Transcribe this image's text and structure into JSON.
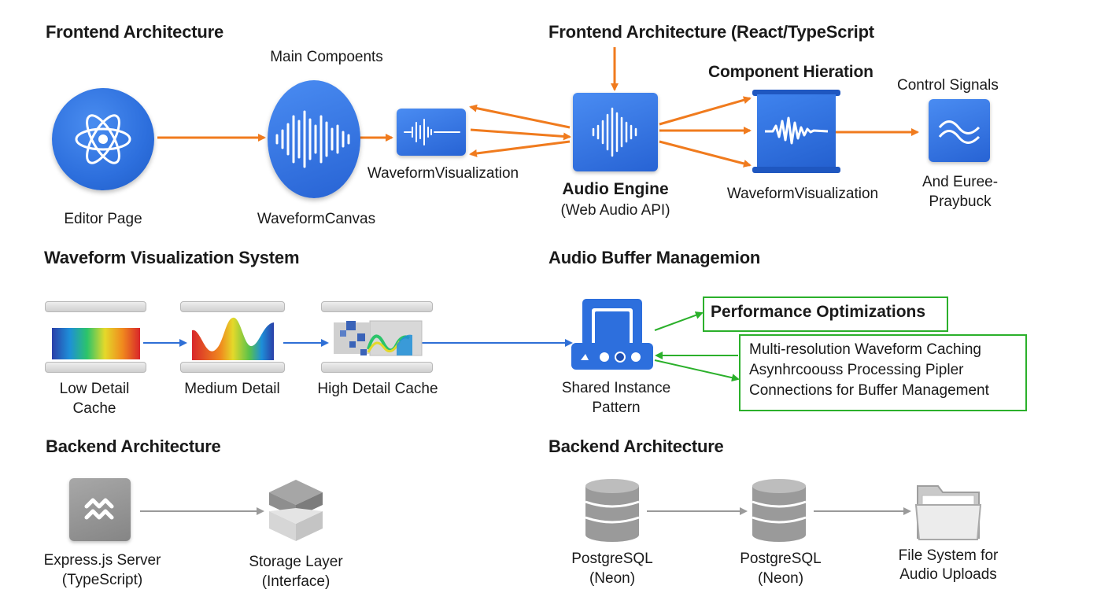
{
  "frontend_left": {
    "heading": "Frontend Architecture",
    "main_components": "Main Compoents",
    "editor_page": "Editor Page",
    "waveform_canvas": "WaveformCanvas",
    "waveform_visualization": "WaveformVisualization"
  },
  "frontend_right": {
    "heading": "Frontend Architecture (React/TypeScript",
    "audio_engine_title": "Audio Engine",
    "audio_engine_sub": "(Web Audio API)",
    "component_hierarchy": "Component Hieration",
    "waveform_visualization": "WaveformVisualization",
    "control_signals": "Control Signals",
    "playback_line1": "And Euree-",
    "playback_line2": "Praybuck"
  },
  "waveform_system": {
    "heading": "Waveform Visualization System",
    "low_line1": "Low Detail",
    "low_line2": "Cache",
    "medium": "Medium Detail",
    "high": "High Detail Cache"
  },
  "buffer": {
    "heading": "Audio Buffer Managemion",
    "shared_line1": "Shared Instance",
    "shared_line2": "Pattern",
    "perf_title": "Performance Optimizations",
    "opt1": "Multi-resolution Waveform Caching",
    "opt2": "Asynhrcoouss Processing Pipler",
    "opt3": "Connections for Buffer Management"
  },
  "backend_left": {
    "heading": "Backend Architecture",
    "express_line1": "Express.js Server",
    "express_line2": "(TypeScript)",
    "storage_line1": "Storage Layer",
    "storage_line2": "(Interface)"
  },
  "backend_right": {
    "heading": "Backend Architecture",
    "pg1_line1": "PostgreSQL",
    "pg1_line2": "(Neon)",
    "pg2_line1": "PostgreSQL",
    "pg2_line2": "(Neon)",
    "fs_line1": "File System for",
    "fs_line2": "Audio Uploads"
  },
  "colors": {
    "orange_arrow": "#f07b1e",
    "blue_arrow": "#2f6fd6",
    "green_arrow": "#2bb02b",
    "grey_arrow": "#9a9a9a",
    "icon_blue": "#2d6fdd"
  },
  "icons": [
    "react-atom-icon",
    "waveform-icon",
    "database-icon",
    "folder-icon",
    "stack-icon",
    "express-icon",
    "server-device-icon",
    "wave-signal-icon"
  ]
}
